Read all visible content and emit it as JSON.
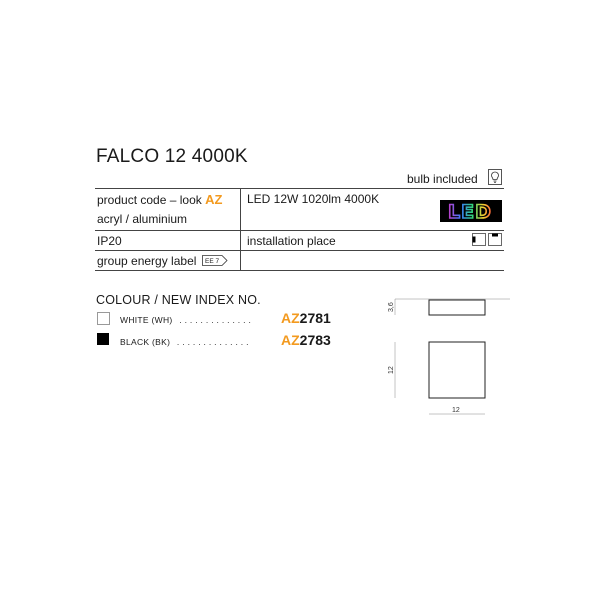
{
  "title": "FALCO 12 4000K",
  "bulb_included": "bulb included",
  "spec_table": {
    "product_code_label": "product code – look",
    "product_code_brand": "AZ",
    "material": "acryl  / aluminium",
    "ip_rating": "IP20",
    "energy_label": "group energy label",
    "energy_class": "EE 7",
    "light_spec": "LED 12W 1020lm 4000K",
    "led_badge": "LED",
    "installation_place": "installation place"
  },
  "colour_section": {
    "title": "COLOUR / NEW INDEX NO.",
    "items": [
      {
        "name": "WHITE (WH)",
        "dots": ". . . . . . . . . . . . . .",
        "code_prefix": "AZ",
        "code_number": "2781",
        "swatch": "#ffffff"
      },
      {
        "name": "BLACK (BK)",
        "dots": ". . . . . . . . . . . . . .",
        "code_prefix": "AZ",
        "code_number": "2783",
        "swatch": "#000000"
      }
    ]
  },
  "dimensions": {
    "height": "3,6",
    "side": "12",
    "width": "12"
  },
  "colors": {
    "brand_orange": "#f39a1f",
    "text": "#1a1a1a"
  }
}
